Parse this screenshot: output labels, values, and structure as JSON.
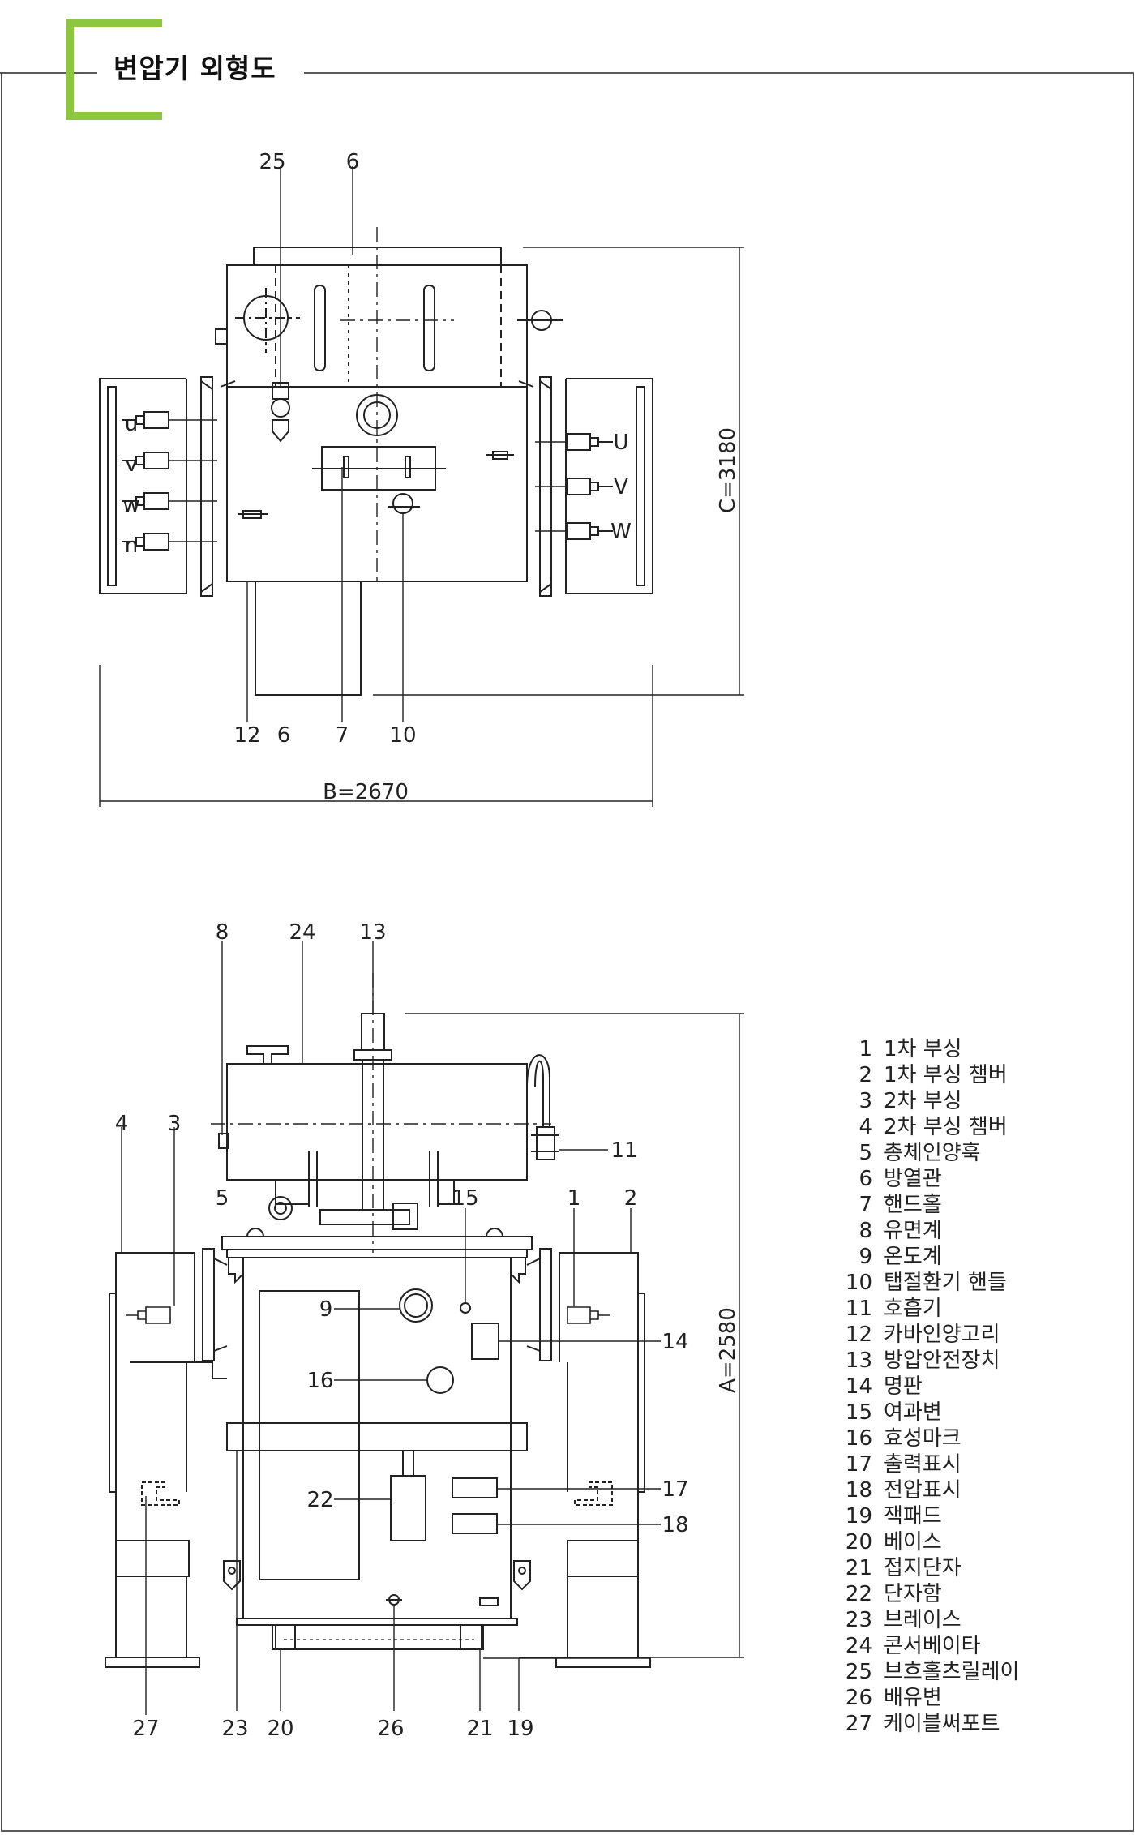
{
  "title": "변압기 외형도",
  "accent_color": "#8dc63f",
  "top_view": {
    "callouts_top": [
      "25",
      "6"
    ],
    "callouts_bottom": [
      "12",
      "6",
      "7",
      "10"
    ],
    "left_terminals": [
      "u",
      "v",
      "w",
      "n"
    ],
    "right_terminals": [
      "U",
      "V",
      "W"
    ],
    "dim_width": "B=2670",
    "dim_depth": "C=3180"
  },
  "front_view": {
    "callouts_top": [
      "8",
      "24",
      "13"
    ],
    "callouts_mid": [
      "4",
      "3",
      "5",
      "15",
      "1",
      "2"
    ],
    "callout_11": "11",
    "callout_9": "9",
    "callout_16": "16",
    "callout_22": "22",
    "callout_14": "14",
    "callout_17": "17",
    "callout_18": "18",
    "callouts_bottom": [
      "27",
      "23",
      "20",
      "26",
      "21",
      "19"
    ],
    "dim_height": "A=2580"
  },
  "legend": [
    {
      "num": "1",
      "label": "1차 부싱"
    },
    {
      "num": "2",
      "label": "1차 부싱 챔버"
    },
    {
      "num": "3",
      "label": "2차 부싱"
    },
    {
      "num": "4",
      "label": "2차 부싱 챔버"
    },
    {
      "num": "5",
      "label": "총체인양훅"
    },
    {
      "num": "6",
      "label": "방열관"
    },
    {
      "num": "7",
      "label": "핸드홀"
    },
    {
      "num": "8",
      "label": "유면계"
    },
    {
      "num": "9",
      "label": "온도계"
    },
    {
      "num": "10",
      "label": "탭절환기 핸들"
    },
    {
      "num": "11",
      "label": "호흡기"
    },
    {
      "num": "12",
      "label": "카바인양고리"
    },
    {
      "num": "13",
      "label": "방압안전장치"
    },
    {
      "num": "14",
      "label": "명판"
    },
    {
      "num": "15",
      "label": "여과변"
    },
    {
      "num": "16",
      "label": "효성마크"
    },
    {
      "num": "17",
      "label": "출력표시"
    },
    {
      "num": "18",
      "label": "전압표시"
    },
    {
      "num": "19",
      "label": "잭패드"
    },
    {
      "num": "20",
      "label": "베이스"
    },
    {
      "num": "21",
      "label": "접지단자"
    },
    {
      "num": "22",
      "label": "단자함"
    },
    {
      "num": "23",
      "label": "브레이스"
    },
    {
      "num": "24",
      "label": "콘서베이타"
    },
    {
      "num": "25",
      "label": "브흐홀츠릴레이"
    },
    {
      "num": "26",
      "label": "배유변"
    },
    {
      "num": "27",
      "label": "케이블써포트"
    }
  ]
}
